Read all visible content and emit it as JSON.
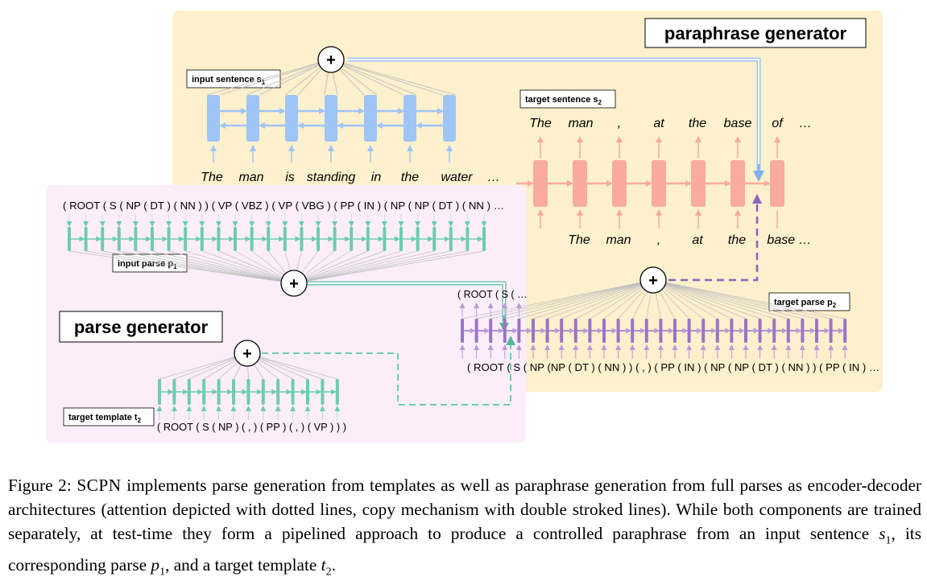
{
  "colors": {
    "paraphrase_bg": "#fcf0cd",
    "parse_bg": "#fbeefa",
    "encoder_blue": "#9fc4f6",
    "decoder_salmon": "#f9ab9e",
    "parse_teal": "#6dcbb3",
    "parse_purple": "#9b74c4",
    "attention_gray": "#bdbdbd"
  },
  "diagram": {
    "paraphrase_title": "paraphrase generator",
    "parse_title": "parse generator",
    "label_input_sentence": "input sentence s",
    "label_input_sentence_sub": "1",
    "label_target_sentence": "target sentence s",
    "label_target_sentence_sub": "2",
    "label_input_parse": "input parse p",
    "label_input_parse_sub": "1",
    "label_target_parse": "target parse p",
    "label_target_parse_sub": "2",
    "label_target_template": "target template t",
    "label_target_template_sub": "2",
    "plus_symbol": "+",
    "input_words": [
      "The",
      "man",
      "is",
      "standing",
      "in",
      "the",
      "water",
      "…"
    ],
    "target_words_top": [
      "The",
      "man",
      ",",
      "at",
      "the",
      "base",
      "of",
      "…"
    ],
    "target_words_bottom": [
      "The",
      "man",
      ",",
      "at",
      "the",
      "base …"
    ],
    "input_parse_text": "( ROOT ( S ( NP ( DT ) ( NN ) ) ( VP ( VBZ ) ( VP ( VBG ) ( PP ( IN ) ( NP ( NP ( DT ) ( NN ) …",
    "target_parse_top_text": "( ROOT ( S ( …",
    "target_parse_bottom_text": "( ROOT ( S ( NP (NP ( DT ) ( NN ) ) ( , ) ( PP ( IN ) ( NP ( NP ( DT ) ( NN ) ) ( PP ( IN ) …",
    "template_text": "( ROOT ( S ( NP ) ( , ) ( PP ) ( , ) ( VP ) ) )"
  },
  "caption": {
    "figure_label": "Figure 2:",
    "scpn": "SCPN",
    "text_1": "implements parse generation from templates as well as paraphrase generation from full parses as encoder-decoder architectures (attention depicted with dotted lines, copy mechanism with double stroked lines). While both components are trained separately, at test-time they form a pipelined approach to produce a controlled paraphrase from an input sentence",
    "s1": "s",
    "s1_sub": "1",
    "text_2": ", its corresponding parse",
    "p1": "p",
    "p1_sub": "1",
    "text_3": ", and a target template",
    "t2": "t",
    "t2_sub": "2",
    "text_4": "."
  }
}
